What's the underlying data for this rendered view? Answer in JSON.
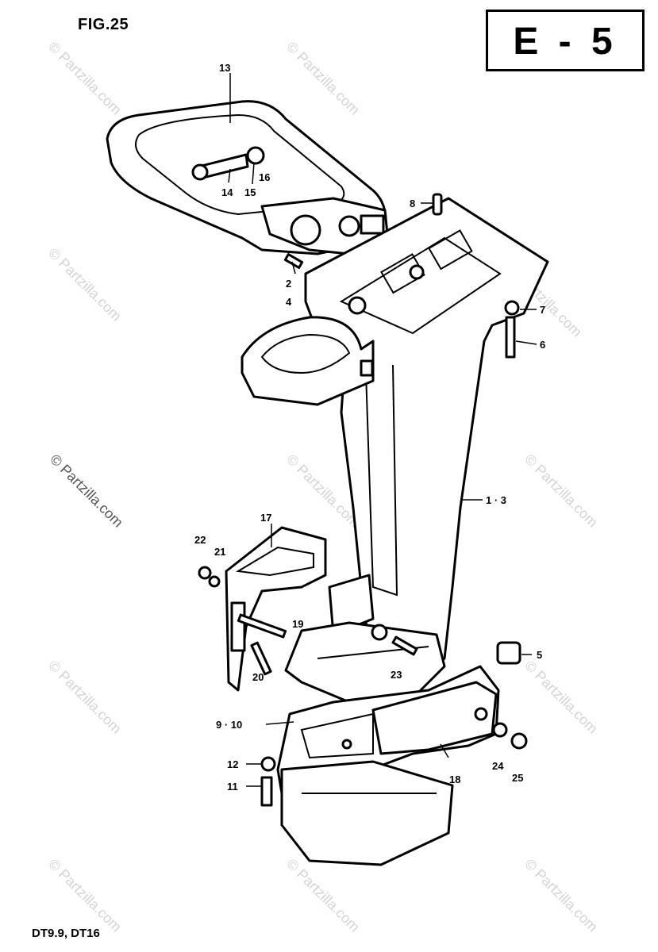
{
  "figure": {
    "label": "FIG.25",
    "section": "E - 5",
    "models": "DT9.9, DT16"
  },
  "watermark": {
    "text": "© Partzilla.com"
  },
  "callouts": [
    {
      "id": "c13",
      "text": "13"
    },
    {
      "id": "c14",
      "text": "14"
    },
    {
      "id": "c15",
      "text": "15"
    },
    {
      "id": "c16",
      "text": "16"
    },
    {
      "id": "c8",
      "text": "8"
    },
    {
      "id": "c2",
      "text": "2"
    },
    {
      "id": "c4",
      "text": "4"
    },
    {
      "id": "c7",
      "text": "7"
    },
    {
      "id": "c6",
      "text": "6"
    },
    {
      "id": "c13b",
      "text": "1 · 3"
    },
    {
      "id": "c17",
      "text": "17"
    },
    {
      "id": "c22",
      "text": "22"
    },
    {
      "id": "c21",
      "text": "21"
    },
    {
      "id": "c19",
      "text": "19"
    },
    {
      "id": "c20",
      "text": "20"
    },
    {
      "id": "c23",
      "text": "23"
    },
    {
      "id": "c5",
      "text": "5"
    },
    {
      "id": "c910",
      "text": "9 · 10"
    },
    {
      "id": "c12",
      "text": "12"
    },
    {
      "id": "c11",
      "text": "11"
    },
    {
      "id": "c18",
      "text": "18"
    },
    {
      "id": "c24",
      "text": "24"
    },
    {
      "id": "c25",
      "text": "25"
    }
  ]
}
